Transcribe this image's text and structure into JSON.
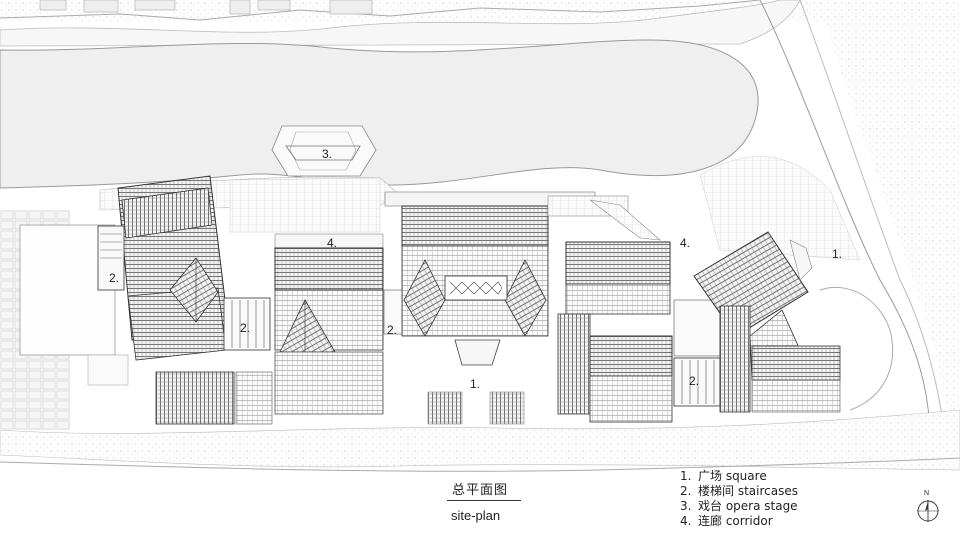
{
  "title_cn": "总平面图",
  "title_en": "site-plan",
  "plan_labels": {
    "square": "1.",
    "square_east": "1.",
    "stair_west": "2.",
    "stair_2": "2.",
    "stair_3": "2.",
    "stair_4": "2.",
    "opera_stage": "3.",
    "corridor_west": "4.",
    "corridor_east": "4."
  },
  "legend": [
    {
      "num": "1.",
      "text": "广场 square"
    },
    {
      "num": "2.",
      "text": "楼梯间 staircases"
    },
    {
      "num": "3.",
      "text": "戏台 opera stage"
    },
    {
      "num": "4.",
      "text": "连廊 corridor"
    }
  ],
  "compass": {
    "north_label": "N"
  },
  "colors": {
    "roof": "#555555",
    "line": "#888888",
    "paving": "#c8c8c8",
    "background": "#ffffff"
  }
}
